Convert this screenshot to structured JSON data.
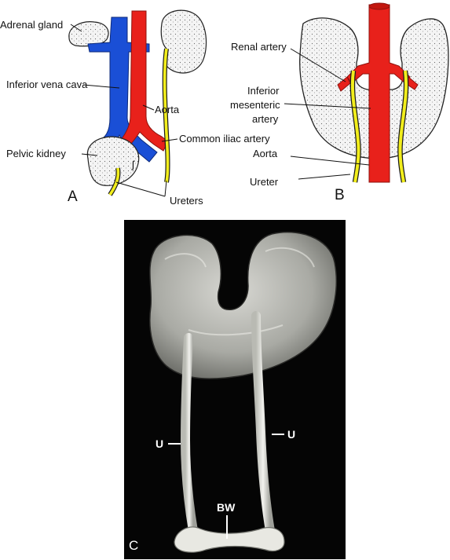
{
  "panel_a": {
    "letter": "A",
    "labels": {
      "adrenal_gland": "Adrenal gland",
      "inferior_vena_cava": "Inferior vena cava",
      "aorta": "Aorta",
      "common_iliac_artery": "Common iliac artery",
      "pelvic_kidney": "Pelvic kidney",
      "ureters": "Ureters"
    }
  },
  "panel_b": {
    "letter": "B",
    "labels": {
      "renal_artery": "Renal artery",
      "inferior_mesenteric_artery_line1": "Inferior",
      "inferior_mesenteric_artery_line2": "mesenteric",
      "inferior_mesenteric_artery_line3": "artery",
      "aorta": "Aorta",
      "ureter": "Ureter"
    }
  },
  "panel_c": {
    "letter": "C",
    "labels": {
      "ureter_left": "U",
      "ureter_right": "U",
      "bladder_wall": "BW"
    }
  },
  "colors": {
    "vein": "#1a4fd6",
    "artery": "#e8211b",
    "ureter": "#f2ee1c",
    "kidney": "#f1f1f1",
    "photo_bg": "#050505"
  }
}
